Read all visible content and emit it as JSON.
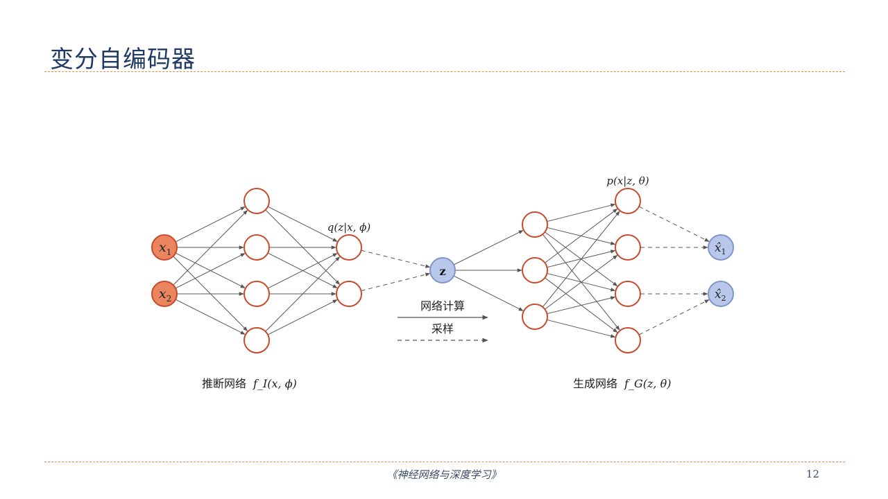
{
  "slide": {
    "title": "变分自编码器",
    "page_number": "12",
    "footer": "《神经网络与深度学习》"
  },
  "colors": {
    "title": "#1f3b63",
    "rule": "#e08c3c",
    "input_node_fill": "#ea8560",
    "node_stroke": "#c84a2a",
    "latent_fill": "#b9c8ea",
    "latent_stroke": "#7f95c8",
    "edge": "#555555"
  },
  "diagram": {
    "inputs": [
      "x",
      "x"
    ],
    "input_subscripts": [
      "1",
      "2"
    ],
    "latent_label": "z",
    "outputs": [
      "x̂",
      "x̂"
    ],
    "output_subscripts": [
      "1",
      "2"
    ],
    "encoder_dist_label": "q(z|x, ϕ)",
    "decoder_dist_label": "p(x|z, θ)",
    "legend": {
      "compute": "网络计算",
      "sample": "采样"
    },
    "encoder_caption_cn": "推断网络",
    "encoder_caption_math": "f_I(x, ϕ)",
    "decoder_caption_cn": "生成网络",
    "decoder_caption_math": "f_G(z, θ)"
  }
}
